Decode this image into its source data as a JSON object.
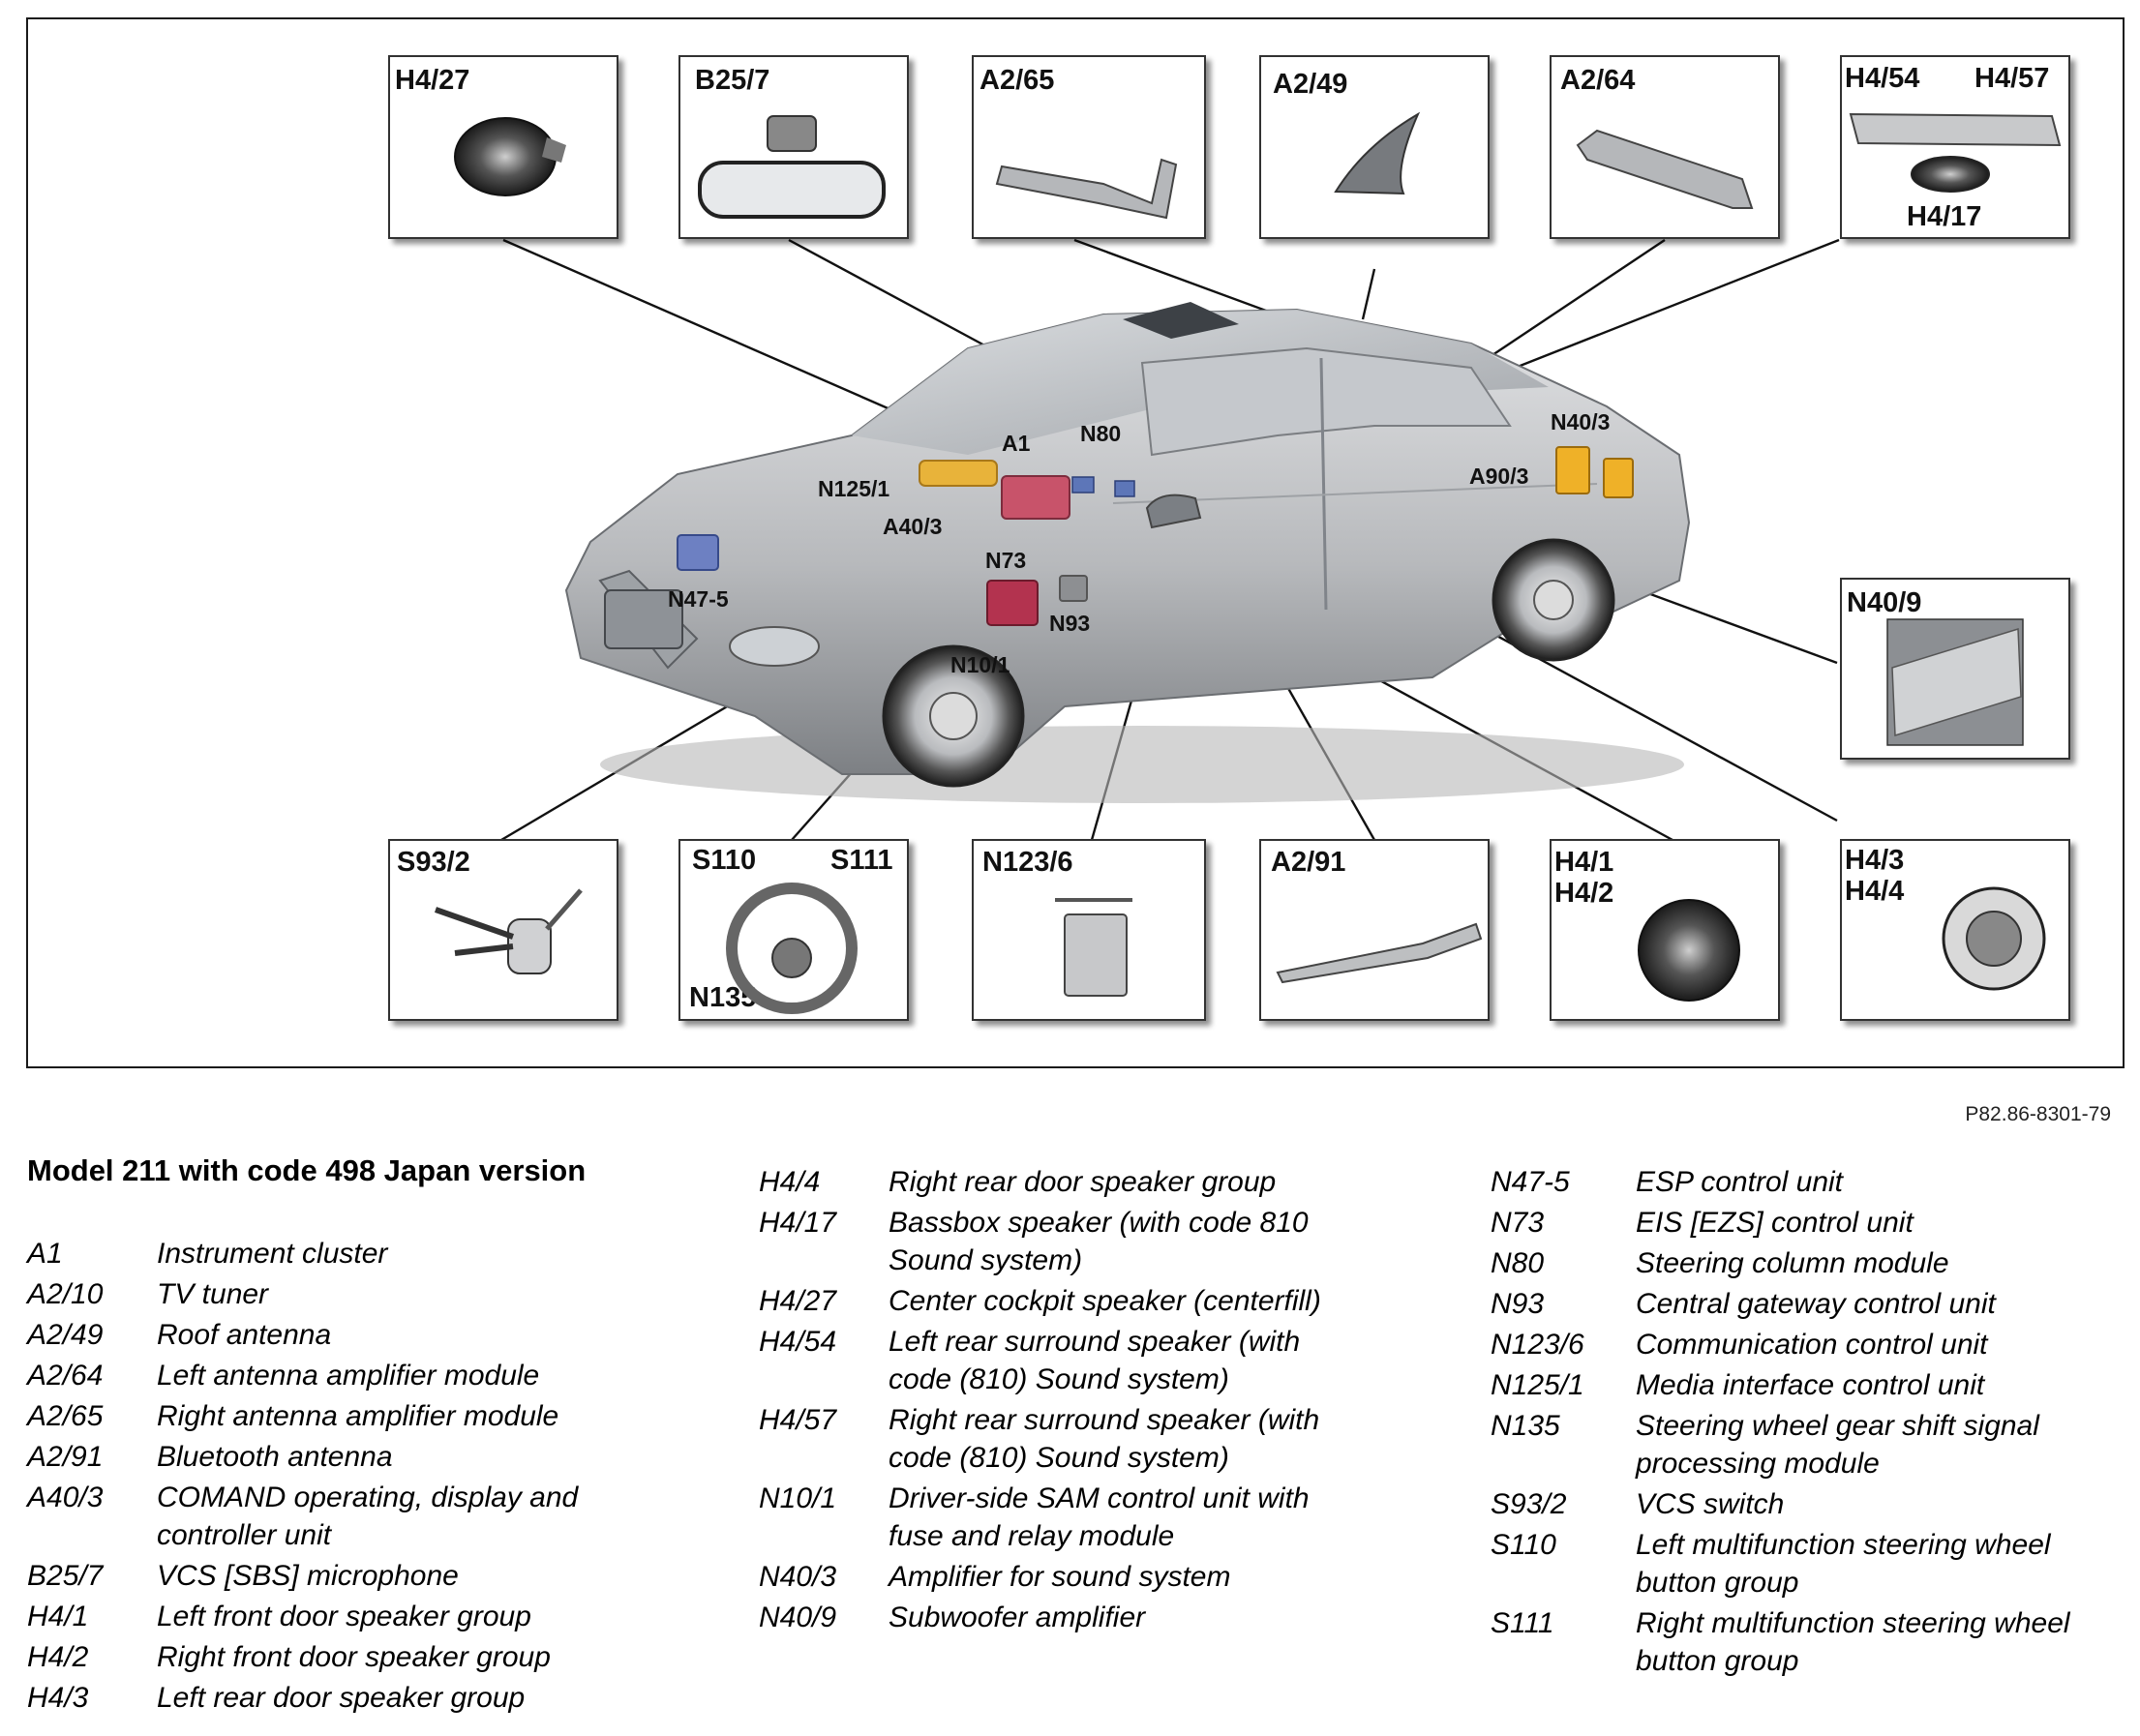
{
  "figure_ref": "P82.86-8301-79",
  "legend_title": "Model 211 with code 498 Japan version",
  "top_boxes": [
    {
      "id": "h4-27",
      "labels": [
        "H4/27"
      ]
    },
    {
      "id": "b25-7",
      "labels": [
        "B25/7"
      ]
    },
    {
      "id": "a2-65",
      "labels": [
        "A2/65"
      ]
    },
    {
      "id": "a2-49",
      "labels": [
        "A2/49"
      ]
    },
    {
      "id": "a2-64",
      "labels": [
        "A2/64"
      ]
    },
    {
      "id": "h4-54-57",
      "labels": [
        "H4/54",
        "H4/57",
        "H4/17"
      ]
    }
  ],
  "right_box": {
    "id": "n40-9",
    "labels": [
      "N40/9"
    ]
  },
  "bottom_boxes": [
    {
      "id": "s93-2",
      "labels": [
        "S93/2"
      ]
    },
    {
      "id": "s110-111",
      "labels": [
        "S110",
        "S111",
        "N135"
      ]
    },
    {
      "id": "n123-6",
      "labels": [
        "N123/6"
      ]
    },
    {
      "id": "a2-91",
      "labels": [
        "A2/91"
      ]
    },
    {
      "id": "h4-1-2",
      "labels": [
        "H4/1",
        "H4/2"
      ]
    },
    {
      "id": "h4-3-4",
      "labels": [
        "H4/3",
        "H4/4"
      ]
    }
  ],
  "car_labels": [
    "A1",
    "N80",
    "N125/1",
    "A40/3",
    "N73",
    "N47-5",
    "N93",
    "N10/1",
    "N40/3",
    "A90/3"
  ],
  "legend": [
    [
      {
        "code": "A1",
        "desc": [
          "Instrument cluster"
        ]
      },
      {
        "code": "A2/10",
        "desc": [
          "TV tuner"
        ]
      },
      {
        "code": "A2/49",
        "desc": [
          "Roof antenna"
        ]
      },
      {
        "code": "A2/64",
        "desc": [
          "Left antenna amplifier module"
        ]
      },
      {
        "code": "A2/65",
        "desc": [
          "Right antenna amplifier module"
        ]
      },
      {
        "code": "A2/91",
        "desc": [
          "Bluetooth antenna"
        ]
      },
      {
        "code": "A40/3",
        "desc": [
          "COMAND operating, display and",
          "controller unit"
        ]
      },
      {
        "code": "B25/7",
        "desc": [
          "VCS [SBS] microphone"
        ]
      },
      {
        "code": "H4/1",
        "desc": [
          "Left front door speaker group"
        ]
      },
      {
        "code": "H4/2",
        "desc": [
          "Right front door speaker group"
        ]
      },
      {
        "code": "H4/3",
        "desc": [
          "Left rear door speaker group"
        ]
      }
    ],
    [
      {
        "code": "H4/4",
        "desc": [
          "Right rear door speaker group"
        ]
      },
      {
        "code": "H4/17",
        "desc": [
          "Bassbox speaker (with code 810",
          "Sound system)"
        ]
      },
      {
        "code": "H4/27",
        "desc": [
          "Center cockpit speaker (centerfill)"
        ]
      },
      {
        "code": "H4/54",
        "desc": [
          "Left rear surround speaker (with",
          "code (810) Sound system)"
        ]
      },
      {
        "code": "H4/57",
        "desc": [
          "Right rear surround speaker (with",
          "code (810) Sound system)"
        ]
      },
      {
        "code": "N10/1",
        "desc": [
          "Driver-side SAM control unit with",
          "fuse and relay module"
        ]
      },
      {
        "code": "N40/3",
        "desc": [
          "Amplifier for sound system"
        ]
      },
      {
        "code": "N40/9",
        "desc": [
          "Subwoofer amplifier"
        ]
      }
    ],
    [
      {
        "code": "N47-5",
        "desc": [
          "ESP control unit"
        ]
      },
      {
        "code": "N73",
        "desc": [
          "EIS [EZS] control unit"
        ]
      },
      {
        "code": "N80",
        "desc": [
          "Steering column module"
        ]
      },
      {
        "code": "N93",
        "desc": [
          "Central gateway control unit"
        ]
      },
      {
        "code": "N123/6",
        "desc": [
          "Communication control unit"
        ]
      },
      {
        "code": "N125/1",
        "desc": [
          "Media interface control unit"
        ]
      },
      {
        "code": "N135",
        "desc": [
          "Steering wheel gear shift signal",
          "processing module"
        ]
      },
      {
        "code": "S93/2",
        "desc": [
          "VCS switch"
        ]
      },
      {
        "code": "S110",
        "desc": [
          "Left multifunction steering wheel",
          "button group"
        ]
      },
      {
        "code": "S111",
        "desc": [
          "Right multifunction steering wheel",
          "button group"
        ]
      }
    ]
  ]
}
